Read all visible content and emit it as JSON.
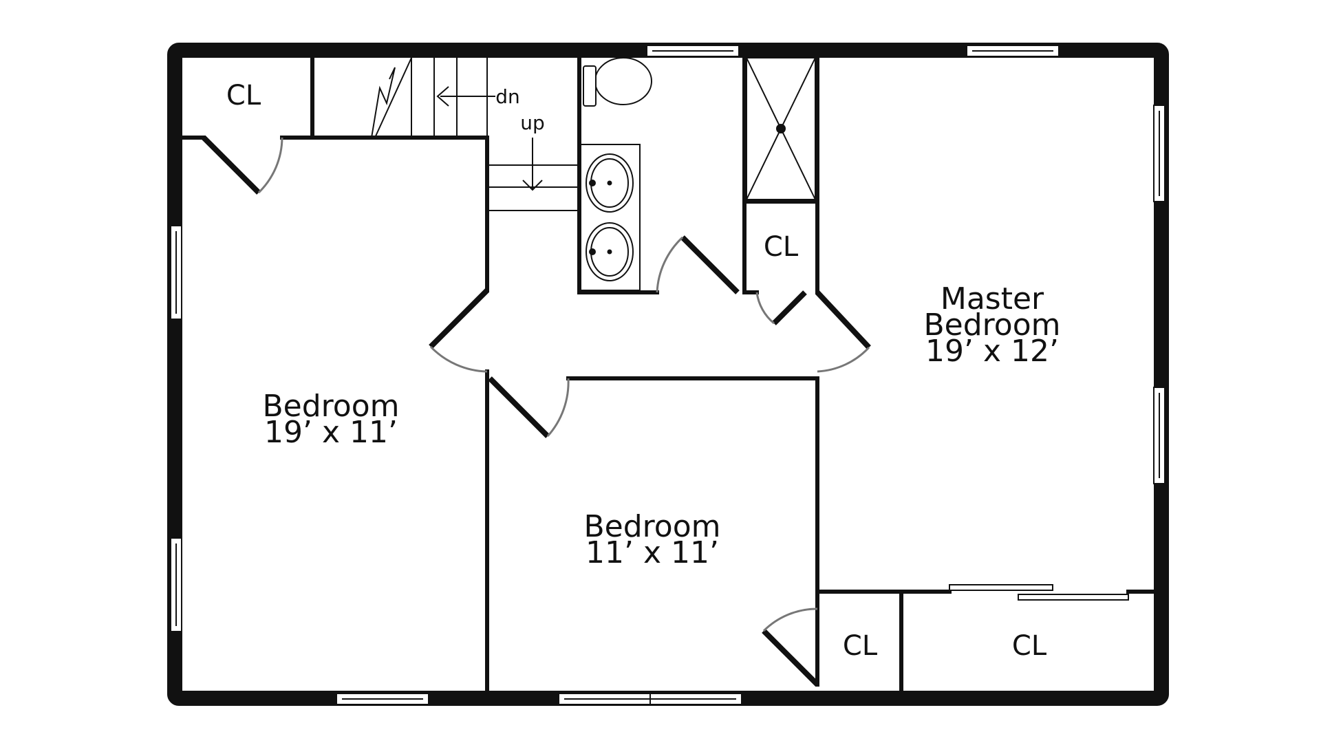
{
  "rooms": {
    "bedroom_left": {
      "name": "Bedroom",
      "dimensions": "19’ x 11’"
    },
    "bedroom_middle": {
      "name": "Bedroom",
      "dimensions": "11’ x 11’"
    },
    "master": {
      "name_line1": "Master",
      "name_line2": "Bedroom",
      "dimensions": "19’ x 12’"
    }
  },
  "closets": {
    "top_left": "CL",
    "hall": "CL",
    "middle": "CL",
    "master": "CL"
  },
  "stairs": {
    "down": "dn",
    "up": "up"
  },
  "colors": {
    "wall": "#111111",
    "door_arc": "#777777",
    "background": "#ffffff"
  }
}
